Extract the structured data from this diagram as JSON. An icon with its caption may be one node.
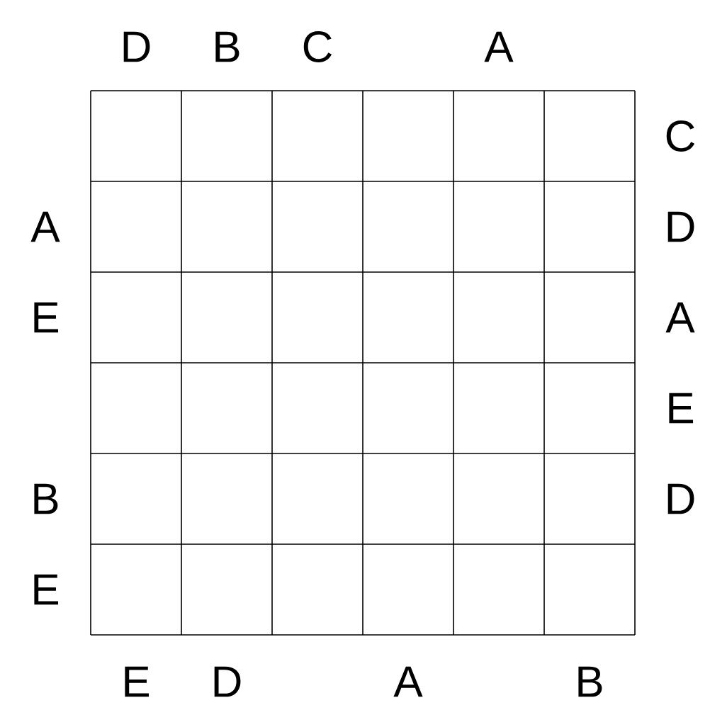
{
  "diagram": {
    "labels": [
      "D",
      "B",
      "C",
      "A",
      "C",
      "A",
      "D",
      "E",
      "A",
      "E",
      "B",
      "D",
      "E",
      "E",
      "D",
      "A",
      "B"
    ]
  }
}
